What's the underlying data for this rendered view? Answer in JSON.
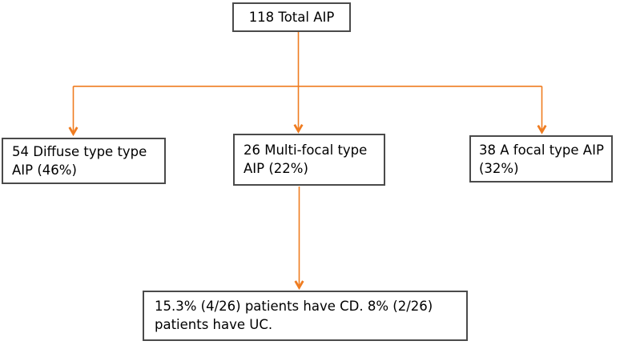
{
  "colors": {
    "arrow": "#EF7C20",
    "box_border": "#4A4A4A",
    "box_fill": "#FFFFFF",
    "text": "#000000",
    "background": "#FFFFFF"
  },
  "flowchart": {
    "root": {
      "lines": [
        "118 Total AIP"
      ]
    },
    "branches": [
      {
        "lines": [
          "54 Diffuse type type",
          "AIP (46%)"
        ]
      },
      {
        "lines": [
          "26 Multi-focal type",
          "AIP (22%)"
        ]
      },
      {
        "lines": [
          "38 A focal type AIP",
          "(32%)"
        ]
      }
    ],
    "outcome": {
      "lines": [
        "15.3% (4/26) patients have CD. 8% (2/26)",
        "patients have UC."
      ]
    }
  }
}
